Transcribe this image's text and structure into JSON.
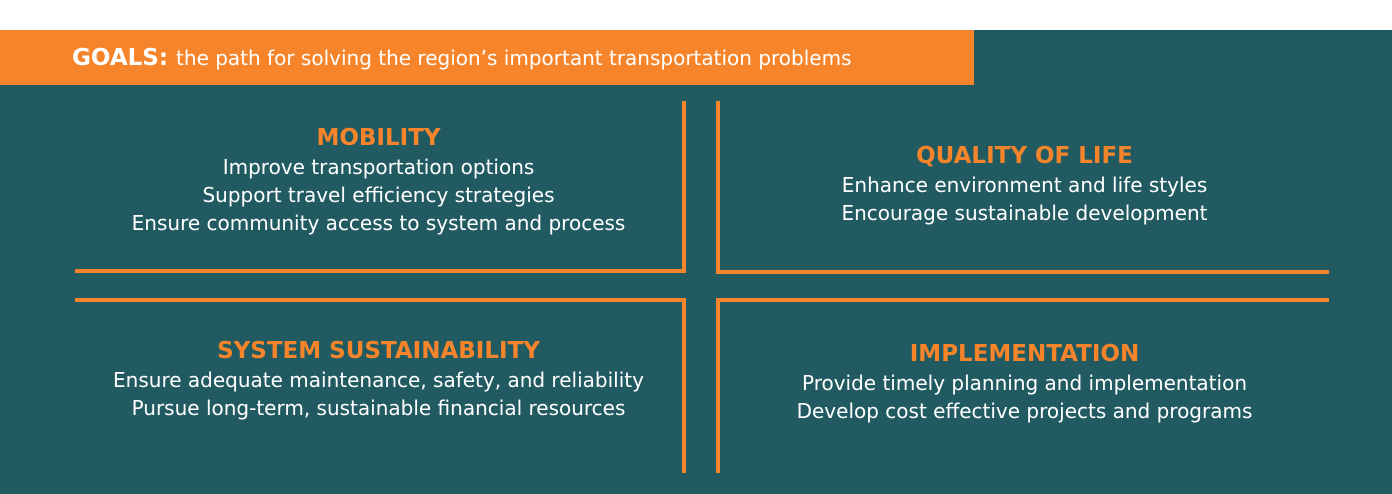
{
  "banner": {
    "label": "GOALS:",
    "text": "the path for solving the region’s important transportation problems"
  },
  "quadrants": [
    {
      "title": "MOBILITY",
      "lines": [
        "Improve transportation options",
        "Support travel efficiency strategies",
        "Ensure community access to system and process"
      ]
    },
    {
      "title": "QUALITY OF LIFE",
      "lines": [
        "Enhance environment and life styles",
        "Encourage sustainable development"
      ]
    },
    {
      "title": "SYSTEM SUSTAINABILITY",
      "lines": [
        "Ensure adequate maintenance, safety, and reliability",
        "Pursue long-term, sustainable financial resources"
      ]
    },
    {
      "title": "IMPLEMENTATION",
      "lines": [
        "Provide timely planning and implementation",
        "Develop cost effective projects and programs"
      ]
    }
  ],
  "colors": {
    "background": "#225a62",
    "accent": "#f5842a",
    "text": "#ffffff"
  }
}
